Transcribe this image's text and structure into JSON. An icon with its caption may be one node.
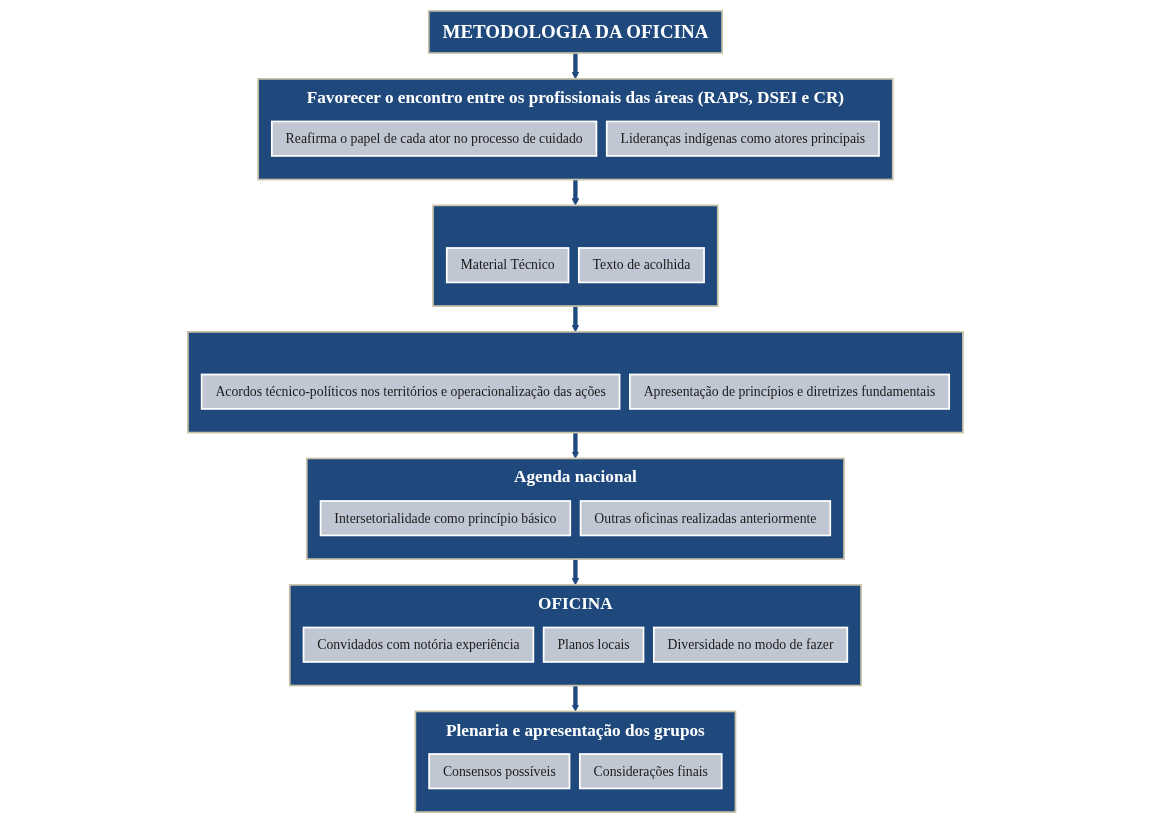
{
  "diagram": {
    "nodes": [
      {
        "text": [
          "METODOLOGIA DA OFICINA"
        ]
      },
      {
        "text": [
          "Favorecer o encontro entre os profissionais das áreas (RAPS, DSEI e CR)"
        ]
      },
      {
        "text": [
          "Reafirma o papel de cada ator no processo de cuidado"
        ],
        "in": 1
      },
      {
        "text": [
          "Lideranças indígenas como atores principais"
        ],
        "in": 1
      },
      {
        "text": [],
        "shape": "bar"
      },
      {
        "text": [
          "Material Técnico"
        ],
        "in": 4
      },
      {
        "text": [
          "Texto de acolhida"
        ],
        "in": 4
      },
      {
        "text": [],
        "shape": "bar"
      },
      {
        "text": [
          "Acordos técnico-políticos nos territórios e operacionalização das ações"
        ],
        "in": 7
      },
      {
        "text": [
          "Apresentação de princípios e diretrizes fundamentais"
        ],
        "in": 7
      },
      {
        "text": [
          "Agenda nacional"
        ]
      },
      {
        "text": [
          "Intersetorialidade como princípio básico"
        ],
        "in": 10
      },
      {
        "text": [
          "Outras oficinas realizadas anteriormente"
        ],
        "in": 10
      },
      {
        "text": [
          "OFICINA"
        ]
      },
      {
        "text": [
          "Convidados com notória experiência"
        ],
        "in": 13
      },
      {
        "text": [
          "Planos locais"
        ],
        "in": 13
      },
      {
        "text": [
          "Diversidade no modo de fazer"
        ],
        "in": 13
      },
      {
        "text": [
          "Plenaria e apresentação dos grupos"
        ]
      },
      {
        "text": [
          "Consensos possíveis"
        ],
        "in": 17
      },
      {
        "text": [
          "Considerações finais"
        ],
        "in": 17
      }
    ],
    "edges": [
      {
        "from": 0,
        "to": 1,
        "arrow": "to"
      },
      {
        "from": 1,
        "to": 4,
        "arrow": "to"
      },
      {
        "from": 4,
        "to": 7,
        "arrow": "to"
      },
      {
        "from": 7,
        "to": 10,
        "arrow": "to"
      },
      {
        "from": 10,
        "to": 13,
        "arrow": "to"
      },
      {
        "from": 13,
        "to": 17,
        "arrow": "to"
      }
    ]
  }
}
